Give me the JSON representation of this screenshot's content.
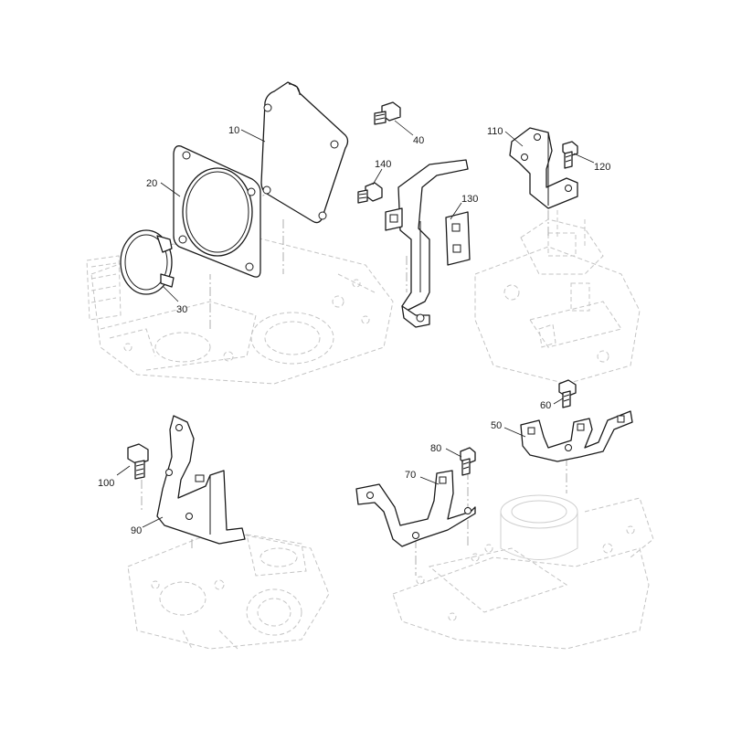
{
  "callouts": {
    "c10": "10",
    "c20": "20",
    "c30": "30",
    "c40": "40",
    "c50": "50",
    "c60": "60",
    "c70": "70",
    "c80": "80",
    "c90": "90",
    "c100": "100",
    "c110": "110",
    "c120": "120",
    "c130": "130",
    "c140": "140"
  },
  "colors": {
    "line": "#1a1a1a",
    "ghost": "#c4c4c4",
    "background": "#ffffff"
  }
}
